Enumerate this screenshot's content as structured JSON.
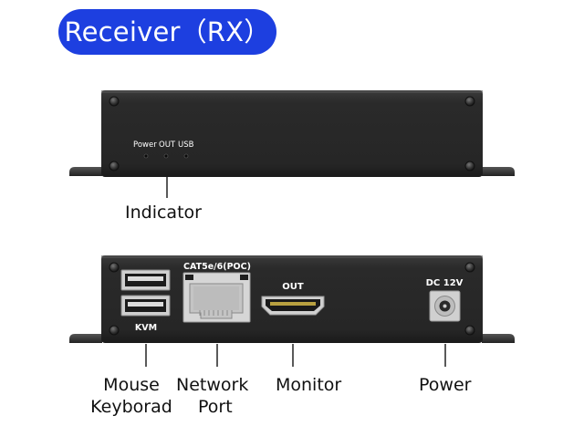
{
  "title": "Receiver（RX）",
  "front_panel": {
    "leds": [
      "Power",
      "OUT",
      "USB"
    ],
    "callout": "Indicator"
  },
  "rear_panel": {
    "port_labels": {
      "network": "CAT5e/6(POC)",
      "hdmi": "OUT",
      "usb": "KVM",
      "dc": "DC 12V"
    },
    "callouts": {
      "usb_line1": "Mouse",
      "usb_line2": "Keyborad",
      "network_line1": "Network",
      "network_line2": "Port",
      "monitor": "Monitor",
      "power": "Power"
    }
  },
  "colors": {
    "title_bg": "#1d3fe0",
    "title_text": "#ffffff",
    "device_body": "#2b2b2b",
    "label_text": "#111111"
  }
}
